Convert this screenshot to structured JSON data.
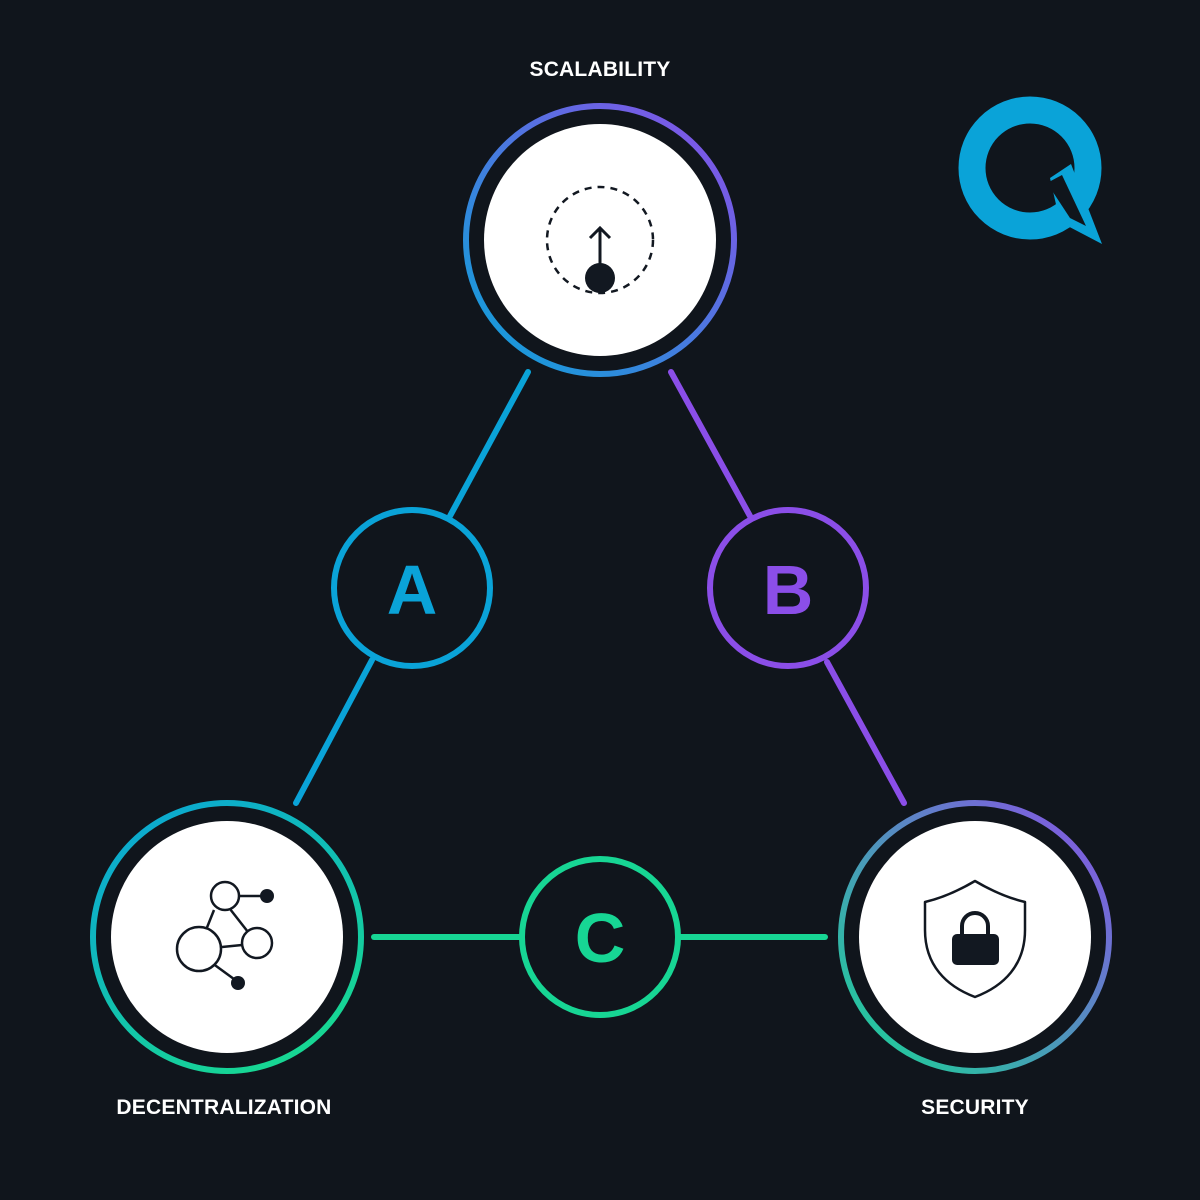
{
  "diagram": {
    "nodes": {
      "top": {
        "label": "SCALABILITY",
        "icon": "scalability-gauge-icon"
      },
      "left": {
        "label": "DECENTRALIZATION",
        "icon": "network-nodes-icon"
      },
      "right": {
        "label": "SECURITY",
        "icon": "shield-lock-icon"
      }
    },
    "edges": {
      "a": {
        "letter": "A",
        "color": "#0aa3d8"
      },
      "b": {
        "letter": "B",
        "color": "#8b4ee8"
      },
      "c": {
        "letter": "C",
        "color": "#17d694"
      }
    }
  },
  "logo": {
    "icon": "q-logo-icon",
    "color": "#0aa3d8"
  },
  "colors": {
    "background": "#10151c",
    "blue": "#0aa3d8",
    "purple": "#8b4ee8",
    "green": "#17d694",
    "white": "#ffffff",
    "icon": "#121821"
  }
}
